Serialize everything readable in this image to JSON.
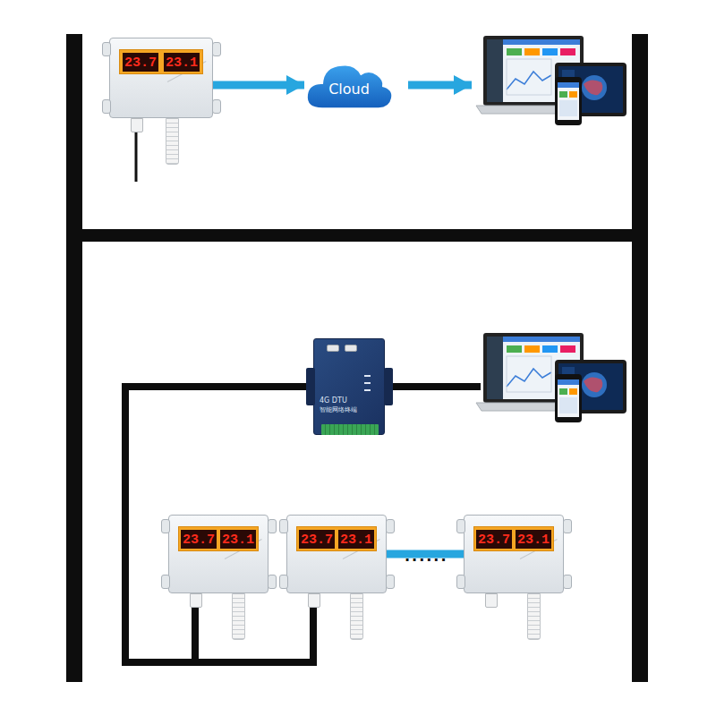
{
  "diagram": {
    "nodes": [
      {
        "text": [
          "23.7",
          "23.1"
        ]
      },
      {
        "text": [
          "Cloud"
        ]
      },
      {
        "text": [
          "4G DTU",
          "智能网络终端"
        ]
      },
      {
        "text": [
          "23.7",
          "23.1"
        ]
      },
      {
        "text": [
          "23.7",
          "23.1"
        ]
      },
      {
        "text": [
          "23.7",
          "23.1"
        ]
      }
    ],
    "edges": [
      {
        "from": 0,
        "to": 1,
        "arrow": "to"
      },
      {
        "from": 2,
        "to": 3,
        "arrow": "none"
      },
      {
        "from": 2,
        "to": 4,
        "arrow": "none"
      },
      {
        "from": 2,
        "to": 5,
        "arrow": "none"
      }
    ],
    "labels": [
      "......"
    ]
  }
}
